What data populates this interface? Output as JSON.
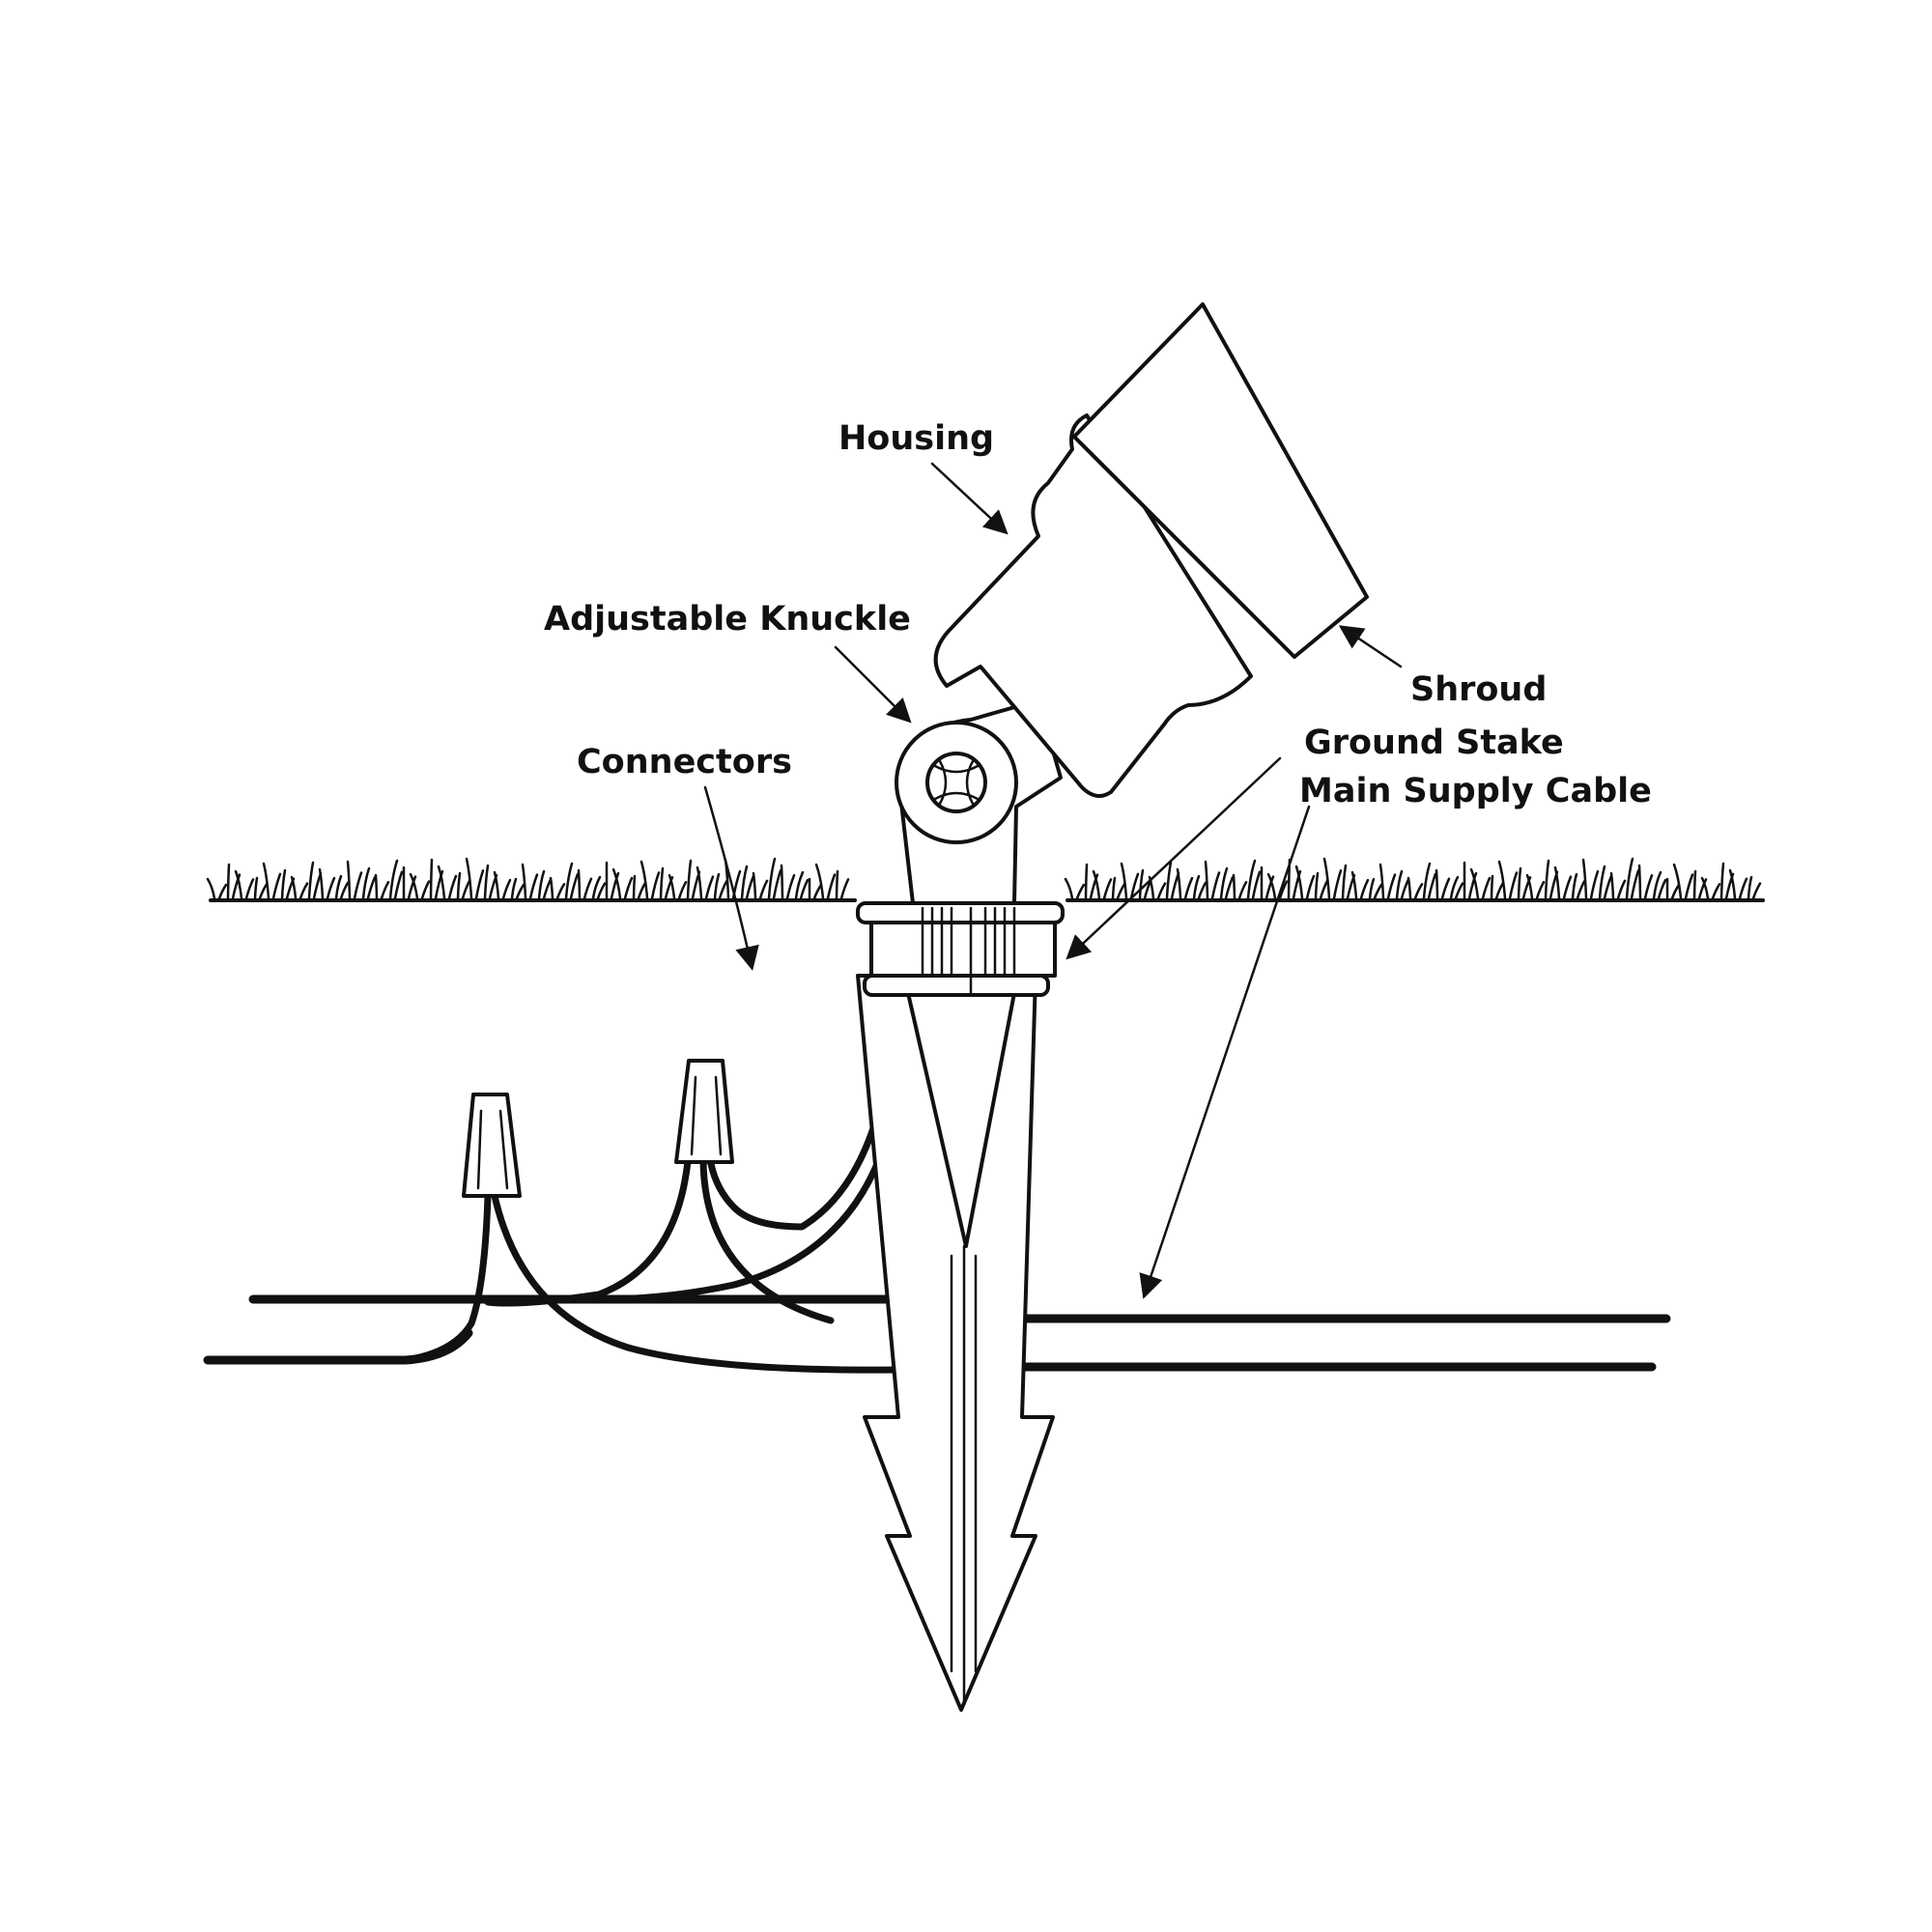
{
  "diagram": {
    "labels": {
      "housing": "Housing",
      "knuckle": "Adjustable Knuckle",
      "shroud": "Shroud",
      "stake": "Ground Stake",
      "cable": "Main Supply Cable",
      "connectors": "Connectors"
    },
    "colors": {
      "line": "#111111",
      "background": "#ffffff"
    }
  }
}
